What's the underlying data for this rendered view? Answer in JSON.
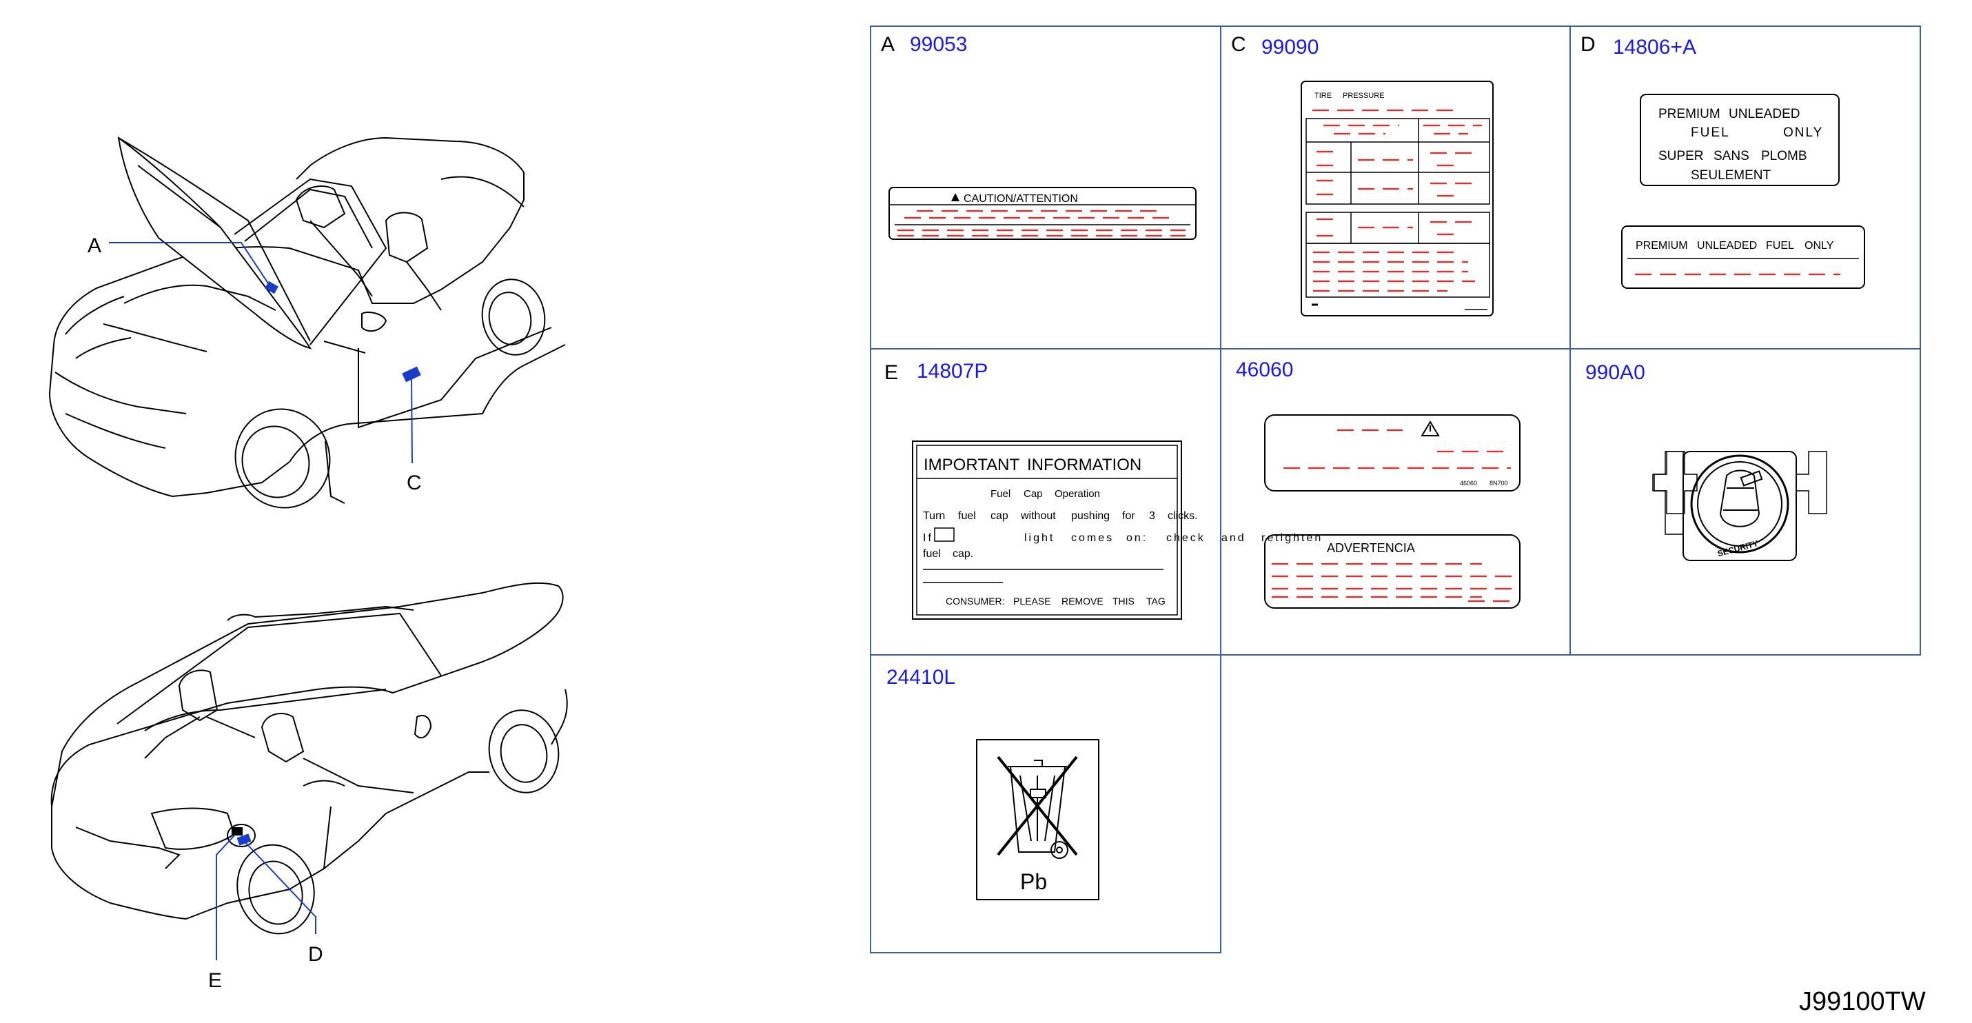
{
  "callouts": {
    "a": "A",
    "c": "C",
    "d": "D",
    "e": "E"
  },
  "cells": {
    "a": {
      "letter": "A",
      "part": "99053",
      "label_text": "CAUTION/ATTENTION"
    },
    "c": {
      "letter": "C",
      "part": "99090",
      "label_left": "TIRE",
      "label_right": "PRESSURE"
    },
    "d": {
      "letter": "D",
      "part": "14806+A",
      "w1": "PREMIUM",
      "w2": "UNLEADED",
      "w3": "FUEL",
      "w4": "ONLY",
      "w5": "SUPER",
      "w6": "SANS",
      "w7": "PLOMB",
      "w8": "SEULEMENT",
      "w9": "PREMIUM",
      "w10": "UNLEADED",
      "w11": "FUEL",
      "w12": "ONLY"
    },
    "e": {
      "letter": "E",
      "part": "14807P",
      "t1": "IMPORTANT",
      "t2": "INFORMATION",
      "s1": "Fuel",
      "s2": "Cap",
      "s3": "Operation",
      "l1": [
        "Turn",
        "fuel",
        "cap",
        "without",
        "pushing",
        "for",
        "3",
        "clicks."
      ],
      "l2a": "If",
      "l2": [
        "light",
        "comes",
        "on:",
        "check",
        "and",
        "retighten"
      ],
      "l3": [
        "fuel",
        "cap."
      ],
      "f": [
        "CONSUMER:",
        "PLEASE",
        "REMOVE",
        "THIS",
        "TAG"
      ]
    },
    "f": {
      "part": "46060",
      "code1": "46060",
      "code2": "8N700",
      "advert": "ADVERTENCIA"
    },
    "g": {
      "part": "990A0",
      "badge": "SECURITY"
    },
    "h": {
      "part": "24410L",
      "symbol": "Pb"
    }
  },
  "drawing_id": "J99100TW",
  "colors": {
    "part_number": "#1a1ae6",
    "leader": "#1a3cc8",
    "placeholder": "#ff2020",
    "grid": "#3a5fb0"
  }
}
